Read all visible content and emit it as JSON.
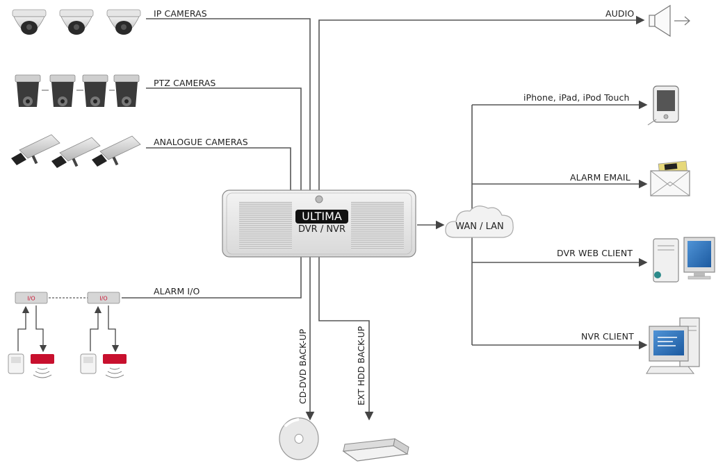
{
  "inputs": {
    "ip_cameras": "IP CAMERAS",
    "ptz_cameras": "PTZ CAMERAS",
    "analogue_cameras": "ANALOGUE CAMERAS",
    "alarm_io": "ALARM I/O"
  },
  "center": {
    "brand": "ULTIMA",
    "subtitle": "DVR / NVR"
  },
  "outputs": {
    "audio": "AUDIO",
    "network": "WAN / LAN",
    "iphone": "iPhone, iPad, iPod Touch",
    "alarm_email": "ALARM EMAIL",
    "dvr_web_client": "DVR WEB CLIENT",
    "nvr_client": "NVR CLIENT"
  },
  "backup": {
    "cd_dvd": "CD-DVD BACK-UP",
    "ext_hdd": "EXT HDD BACK-UP"
  },
  "io_module_text": "I/O",
  "colors": {
    "line": "#555555",
    "alarm_red": "#c8102e",
    "screen_blue": "#2a6fb8"
  },
  "icons": [
    "dome-camera-icon",
    "ptz-camera-icon",
    "box-camera-icon",
    "io-module-icon",
    "speaker-icon",
    "pda-icon",
    "envelope-icon",
    "desktop-computer-icon",
    "computer-icon",
    "cloud-icon",
    "disc-icon",
    "hard-drive-icon"
  ]
}
